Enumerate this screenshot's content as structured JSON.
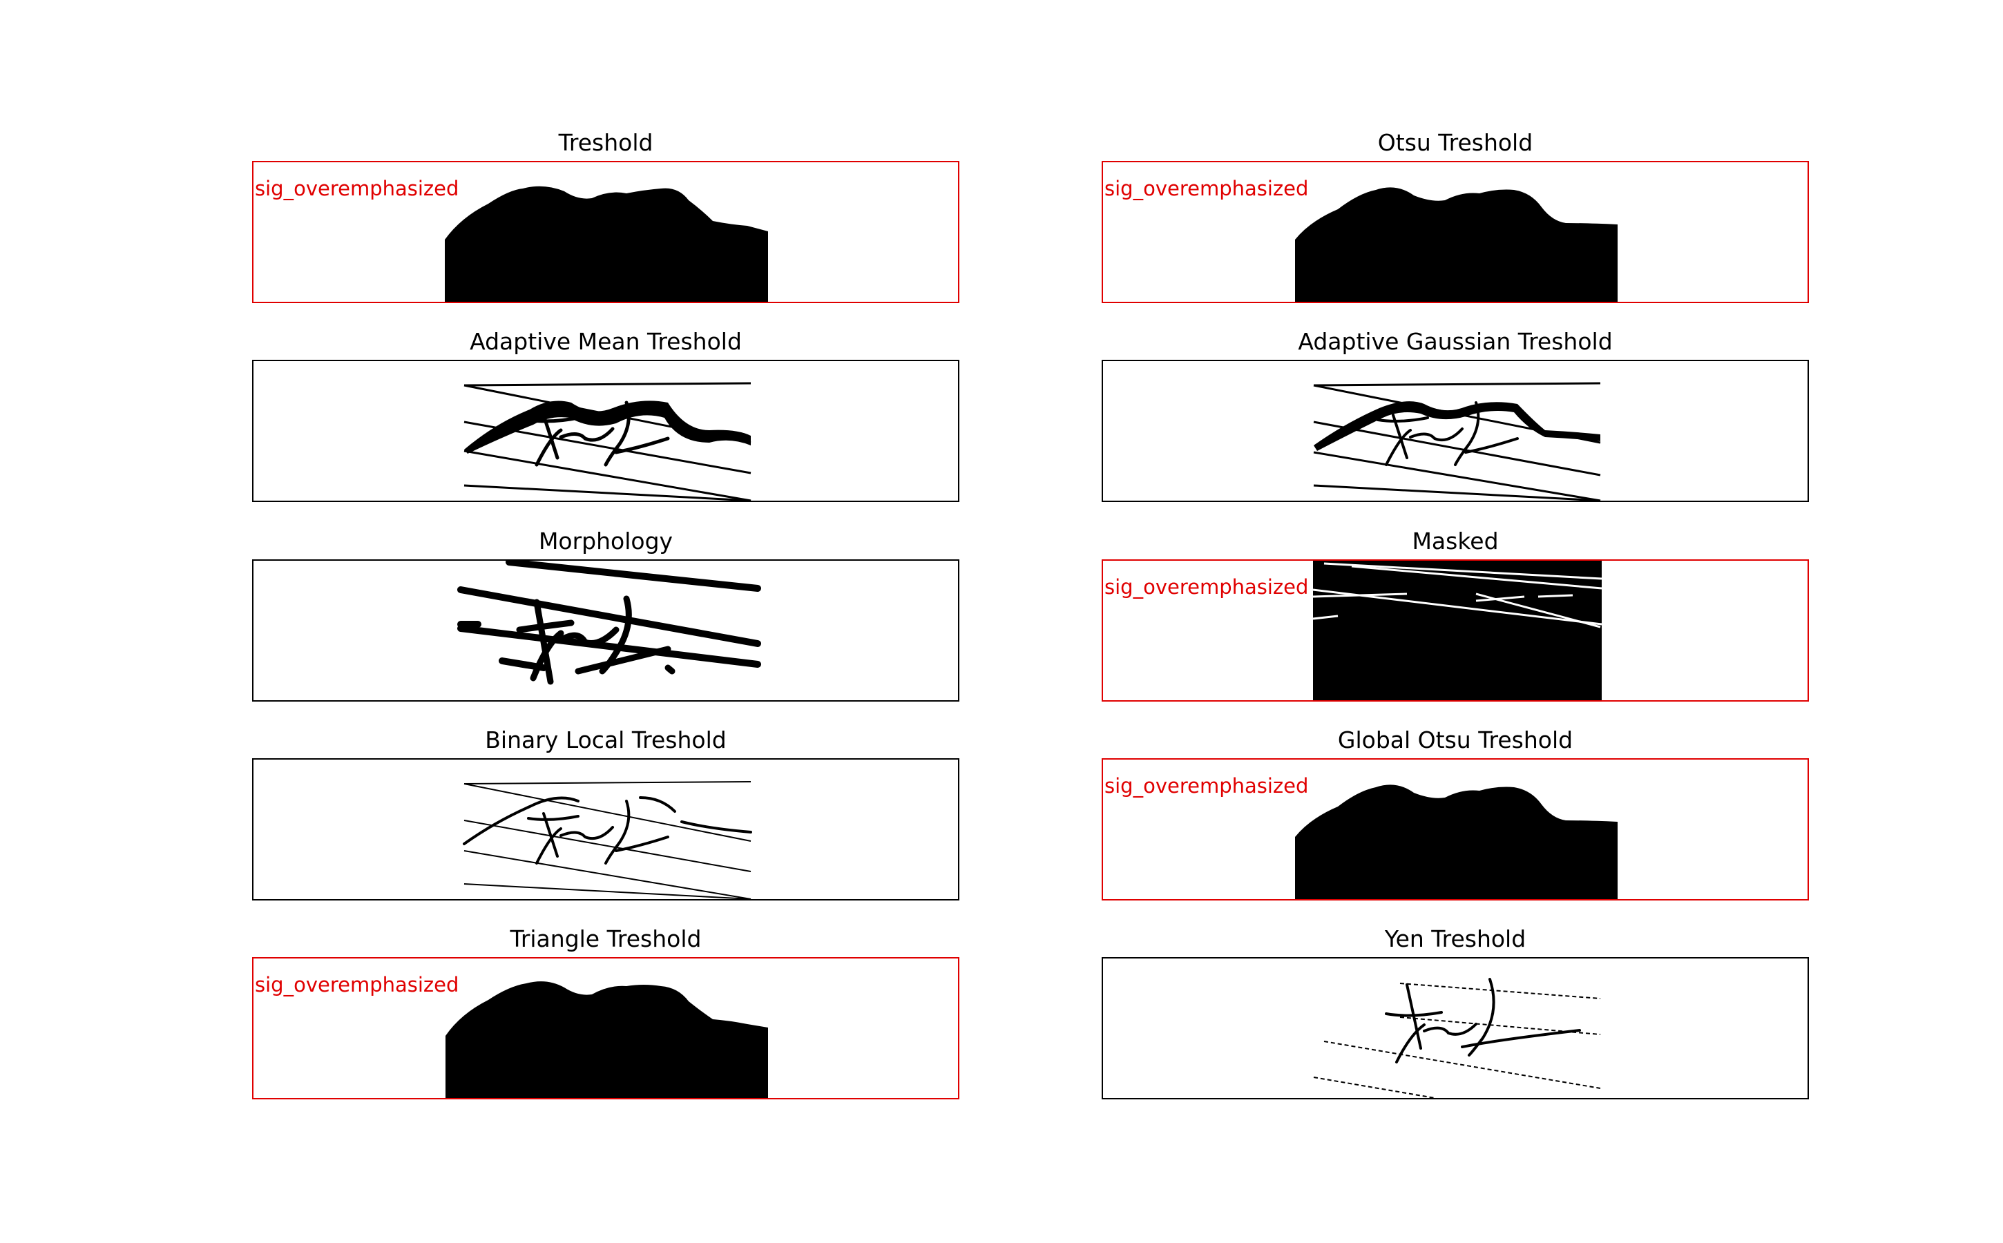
{
  "figure": {
    "flag_color": "#e00000",
    "panels": [
      {
        "id": "treshold",
        "title": "Treshold",
        "flagged": true,
        "flag_label": "sig_overemphasized",
        "render": "blob"
      },
      {
        "id": "otsu",
        "title": "Otsu Treshold",
        "flagged": true,
        "flag_label": "sig_overemphasized",
        "render": "blob"
      },
      {
        "id": "adaptive-mean",
        "title": "Adaptive Mean Treshold",
        "flagged": false,
        "flag_label": "",
        "render": "adaptive-thick"
      },
      {
        "id": "adaptive-gaussian",
        "title": "Adaptive Gaussian Treshold",
        "flagged": false,
        "flag_label": "",
        "render": "adaptive"
      },
      {
        "id": "morphology",
        "title": "Morphology",
        "flagged": false,
        "flag_label": "",
        "render": "morphology"
      },
      {
        "id": "masked",
        "title": "Masked",
        "flagged": true,
        "flag_label": "sig_overemphasized",
        "render": "masked"
      },
      {
        "id": "binary-local",
        "title": "Binary Local Treshold",
        "flagged": false,
        "flag_label": "",
        "render": "binary-local"
      },
      {
        "id": "global-otsu",
        "title": "Global Otsu Treshold",
        "flagged": true,
        "flag_label": "sig_overemphasized",
        "render": "blob"
      },
      {
        "id": "triangle",
        "title": "Triangle Treshold",
        "flagged": true,
        "flag_label": "sig_overemphasized",
        "render": "blob"
      },
      {
        "id": "yen",
        "title": "Yen Treshold",
        "flagged": false,
        "flag_label": "",
        "render": "yen"
      }
    ]
  }
}
